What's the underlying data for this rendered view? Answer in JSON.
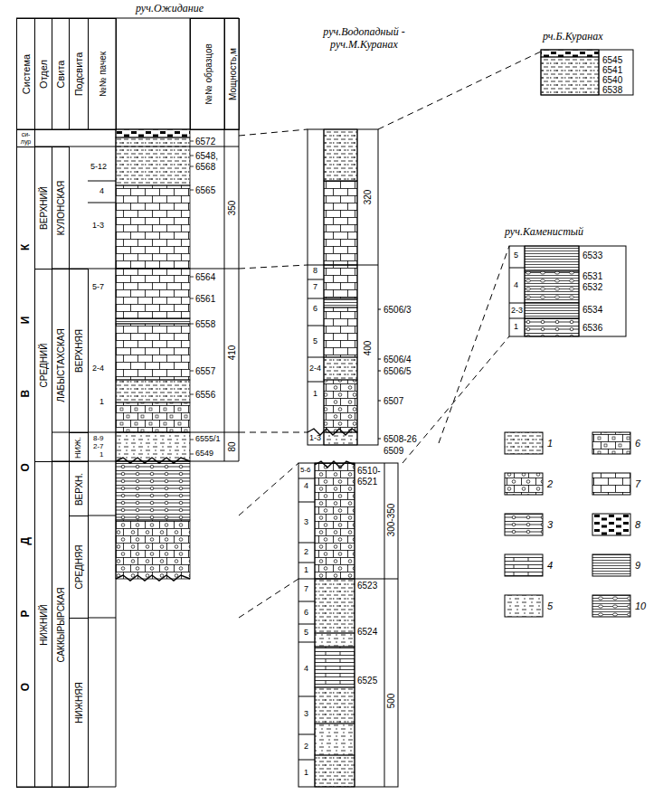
{
  "diagram": {
    "nodes": [
      {
        "text": [
          "Система"
        ]
      },
      {
        "text": [
          "Отдел"
        ]
      },
      {
        "text": [
          "Свита"
        ]
      },
      {
        "text": [
          "Подсвита"
        ]
      },
      {
        "text": [
          "№№ пачек"
        ]
      },
      {
        "text": [
          "№№ образцов"
        ]
      },
      {
        "text": [
          "Мощность,м"
        ]
      },
      {
        "text": [
          "си-лур"
        ]
      },
      {
        "text": [
          "ОРДОВИК"
        ]
      },
      {
        "text": [
          "ВЕРХНИЙ"
        ]
      },
      {
        "text": [
          "СРЕДНИЙ"
        ]
      },
      {
        "text": [
          "НИЖНИЙ"
        ]
      },
      {
        "text": [
          "КУЛОНСКАЯ"
        ]
      },
      {
        "text": [
          "ЛАБЫСТАХСКАЯ"
        ]
      },
      {
        "text": [
          "САККЫРЫРСКАЯ"
        ]
      },
      {
        "text": [
          "ВЕРХНЯЯ"
        ]
      },
      {
        "text": [
          "НИЖ."
        ]
      },
      {
        "text": [
          "ВЕРХН."
        ]
      },
      {
        "text": [
          "СРЕДНЯЯ"
        ]
      },
      {
        "text": [
          "НИЖНЯЯ"
        ]
      }
    ],
    "labels": [
      "руч.Ожидание",
      "5-12",
      "4",
      "1-3",
      "5-7",
      "2-4",
      "1",
      "8-9",
      "2-7",
      "1",
      "6572",
      "6548,",
      "6568",
      "6565",
      "6564",
      "6561",
      "6558",
      "6557",
      "6556",
      "6555/1",
      "6549",
      "350",
      "410",
      "80",
      "руч.Водопадный - руч.М.Куранах",
      "8",
      "7",
      "6",
      "5",
      "2-4",
      "1",
      "1-3",
      "6506/3",
      "6506/4",
      "6506/5",
      "6507",
      "6508-26",
      "6509",
      "320",
      "400",
      "5-6",
      "4",
      "3",
      "2",
      "1",
      "7",
      "6",
      "5",
      "4",
      "3",
      "2",
      "1",
      "6510-",
      "6521",
      "6523",
      "6524",
      "6525",
      "300-350",
      "500",
      "рч.Б.Куранах",
      "6545",
      "6541",
      "6540",
      "6538",
      "руч.Каменистый",
      "5",
      "4",
      "2-3",
      "1",
      "6533",
      "6531",
      "6532",
      "6534",
      "6536"
    ],
    "legend": [
      {
        "text": "1"
      },
      {
        "text": "2"
      },
      {
        "text": "3"
      },
      {
        "text": "4"
      },
      {
        "text": "5"
      },
      {
        "text": "6"
      },
      {
        "text": "7"
      },
      {
        "text": "8"
      },
      {
        "text": "9"
      },
      {
        "text": "10"
      }
    ]
  }
}
